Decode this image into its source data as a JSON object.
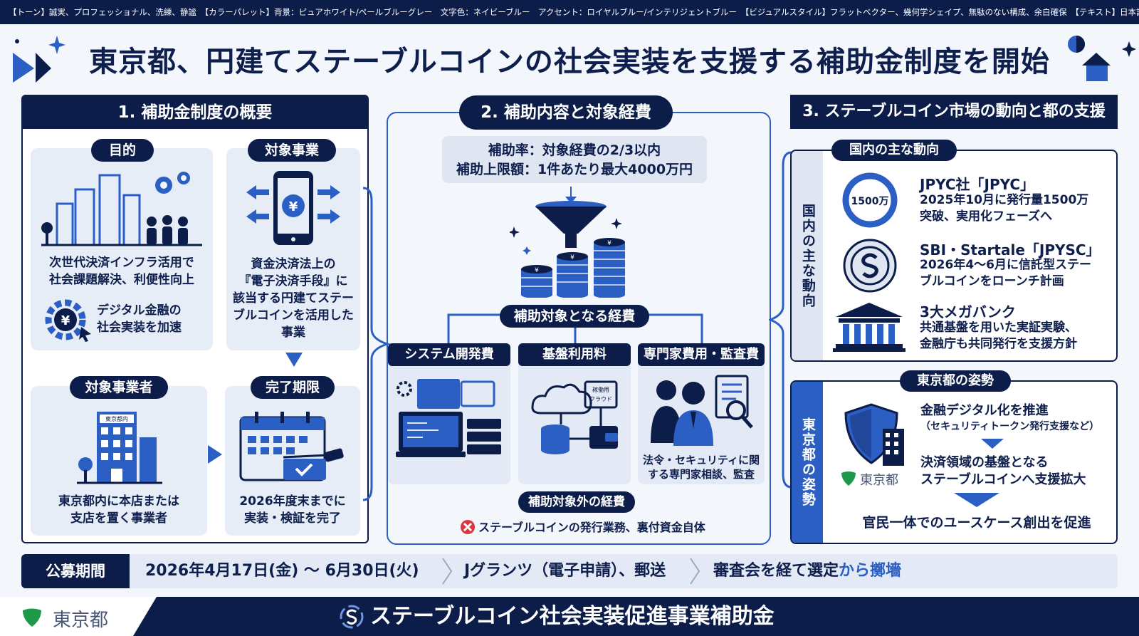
{
  "topbar": "【トーン】誠実、プロフェッショナル、洗練、静謐　【カラーパレット】背景：ピュアホワイト/ペールブルーグレー　文字色：ネイビーブルー　アクセント：ロイヤルブルー/インテリジェントブルー　【ビジュアルスタイル】フラットベクター、幾何学シェイプ、無駄のない構成、余白確保　【テキスト】日本語は明瞭描写",
  "title": "東京都、円建てステーブルコインの社会実装を支援する補助金制度を開始",
  "colors": {
    "navy": "#0c1d4a",
    "royal_blue": "#2b5fc4",
    "pale": "#e7edf7",
    "red": "#d9363e",
    "green": "#1f9a4b"
  },
  "section1": {
    "heading": "1. 補助金制度の概要",
    "purpose": {
      "label": "目的",
      "text1": "次世代決済インフラ活用で",
      "text2": "社会課題解決、利便性向上",
      "sub1": "デジタル金融の",
      "sub2": "社会実装を加速"
    },
    "target_business": {
      "label": "対象事業",
      "lines": [
        "資金決済法上の",
        "『電子決済手段』に",
        "該当する円建てステー",
        "ブルコインを活用した",
        "事業"
      ],
      "phone_symbol": "¥"
    },
    "target_operator": {
      "label": "対象事業者",
      "building_sign": "東京都内",
      "line1": "東京都内に本店または",
      "line2": "支店を置く事業者"
    },
    "deadline": {
      "label": "完了期限",
      "line1": "2026年度末までに",
      "line2": "実装・検証を完了"
    }
  },
  "section2": {
    "heading": "2. 補助内容と対象経費",
    "rate": "補助率：対象経費の2/3以内",
    "cap": "補助上限額：1件あたり最大4000万円",
    "eligible_label": "補助対象となる経費",
    "items": [
      {
        "label": "システム開発費"
      },
      {
        "label": "基盤利用料",
        "server_tag1": "稼働用",
        "server_tag2": "クラウド"
      },
      {
        "label": "専門家費用・監査費",
        "desc1": "法令・セキュリティに関",
        "desc2": "する専門家相談、監査"
      }
    ],
    "ineligible_label": "補助対象外の経費",
    "ineligible_text": "ステーブルコインの発行業務、裏付資金自体"
  },
  "section3": {
    "heading": "3. ステーブルコイン市場の動向と都の支援",
    "domestic": {
      "label": "国内の主な動向",
      "side": "国内の主な動向",
      "ring_text": "1500万",
      "items": [
        {
          "title": "JPYC社「JPYC」",
          "desc1": "2025年10月に発行量1500万",
          "desc2": "突破、実用化フェーズへ"
        },
        {
          "title": "SBI・Startale「JPYSC」",
          "desc1": "2026年4〜6月に信託型ステー",
          "desc2": "ブルコインをローンチ計画"
        },
        {
          "title": "3大メガバンク",
          "desc1": "共通基盤を用いた実証実験、",
          "desc2": "金融庁も共同発行を支援方針"
        }
      ]
    },
    "tokyo": {
      "label": "東京都の姿勢",
      "side": "東京都の姿勢",
      "logo_text": "東京都",
      "step1a": "金融デジタル化を推進",
      "step1b": "（セキュリティトークン発行支援など）",
      "step2a": "決済領域の基盤となる",
      "step2b": "ステーブルコインへ支援拡大",
      "step3": "官民一体でのユースケース創出を促進"
    }
  },
  "period": {
    "label": "公募期間",
    "dates": "2026年4月17日(金) 〜 6月30日(火)",
    "method": "Jグランツ（電子申請）、郵送",
    "selection_a": "審査会を経て選定",
    "selection_b": "から擲墻"
  },
  "footer": {
    "logo_text": "東京都",
    "title": "ステーブルコイン社会実装促進事業補助金"
  }
}
